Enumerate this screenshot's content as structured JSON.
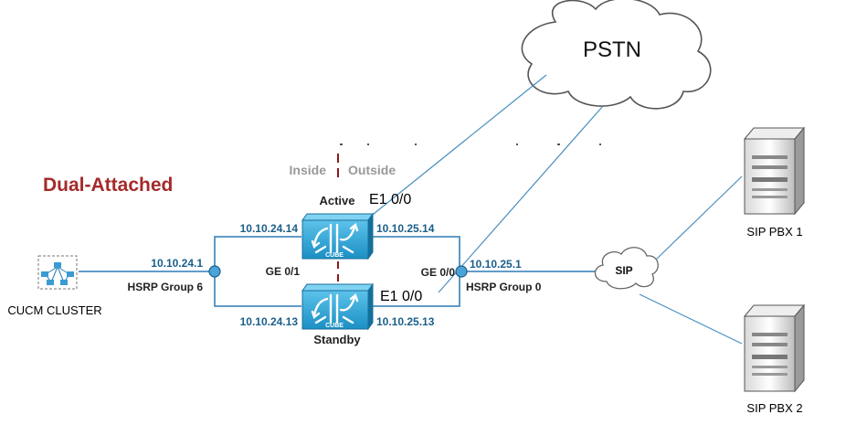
{
  "title": "Dual-Attached",
  "colors": {
    "title": "#a52a2a",
    "link": "#4a8fbf",
    "ip_text": "#1a5f8a",
    "divider": "#8b1a1a",
    "router_fill": "#2aa3d6",
    "cloud_stroke": "#555555"
  },
  "zones": {
    "inside": "Inside",
    "outside": "Outside"
  },
  "pstn": {
    "label": "PSTN"
  },
  "cucm": {
    "label": "CUCM CLUSTER",
    "icon": "cluster-icon"
  },
  "hsrp_left": {
    "ip": "10.10.24.1",
    "group": "HSRP Group 6",
    "interface": "GE 0/1"
  },
  "hsrp_right": {
    "ip": "10.10.25.1",
    "group": "HSRP Group 0",
    "interface": "GE 0/0"
  },
  "active": {
    "role": "Active",
    "e1": "E1 0/0",
    "ip_left": "10.10.24.14",
    "ip_right": "10.10.25.14",
    "icon": "cube-router-icon",
    "badge": "CUBE"
  },
  "standby": {
    "role": "Standby",
    "e1": "E1 0/0",
    "ip_left": "10.10.24.13",
    "ip_right": "10.10.25.13",
    "icon": "cube-router-icon",
    "badge": "CUBE"
  },
  "sip_cloud": {
    "label": "SIP"
  },
  "pbx1": {
    "label": "SIP PBX 1",
    "icon": "server-icon"
  },
  "pbx2": {
    "label": "SIP PBX 2",
    "icon": "server-icon"
  }
}
